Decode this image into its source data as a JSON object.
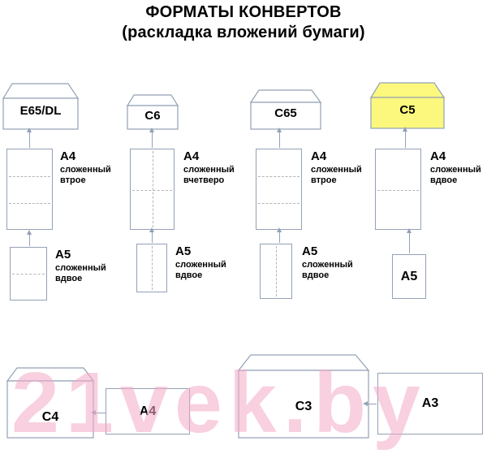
{
  "title": {
    "line1": "ФОРМАТЫ КОНВЕРТОВ",
    "line2": "(раскладка вложений бумаги)"
  },
  "columns": [
    {
      "envelope": "E65/DL",
      "sheet1": "A4",
      "sheet1_caption": "сложенный втрое",
      "sheet2": "A5",
      "sheet2_caption": "сложенный вдвое"
    },
    {
      "envelope": "C6",
      "sheet1": "A4",
      "sheet1_caption": "сложенный вчетверо",
      "sheet2": "A5",
      "sheet2_caption": "сложенный вдвое"
    },
    {
      "envelope": "C65",
      "sheet1": "A4",
      "sheet1_caption": "сложенный втрое",
      "sheet2": "A5",
      "sheet2_caption": "сложенный вдвое"
    },
    {
      "envelope": "C5",
      "sheet1": "A4",
      "sheet1_caption": "сложенный вдвое",
      "sheet2": "A5",
      "sheet2_caption": ""
    }
  ],
  "bottom_row": {
    "envelope_left": "C4",
    "sheet_left": "A4",
    "envelope_right": "C3",
    "sheet_right": "A3"
  },
  "watermark": "21vek.by",
  "colors": {
    "outline": "#93a1b5",
    "fold_line": "#b5b5b5",
    "highlight_envelope": "#fbf87d",
    "watermark_pink": "#f2aac7",
    "text": "#000000"
  }
}
